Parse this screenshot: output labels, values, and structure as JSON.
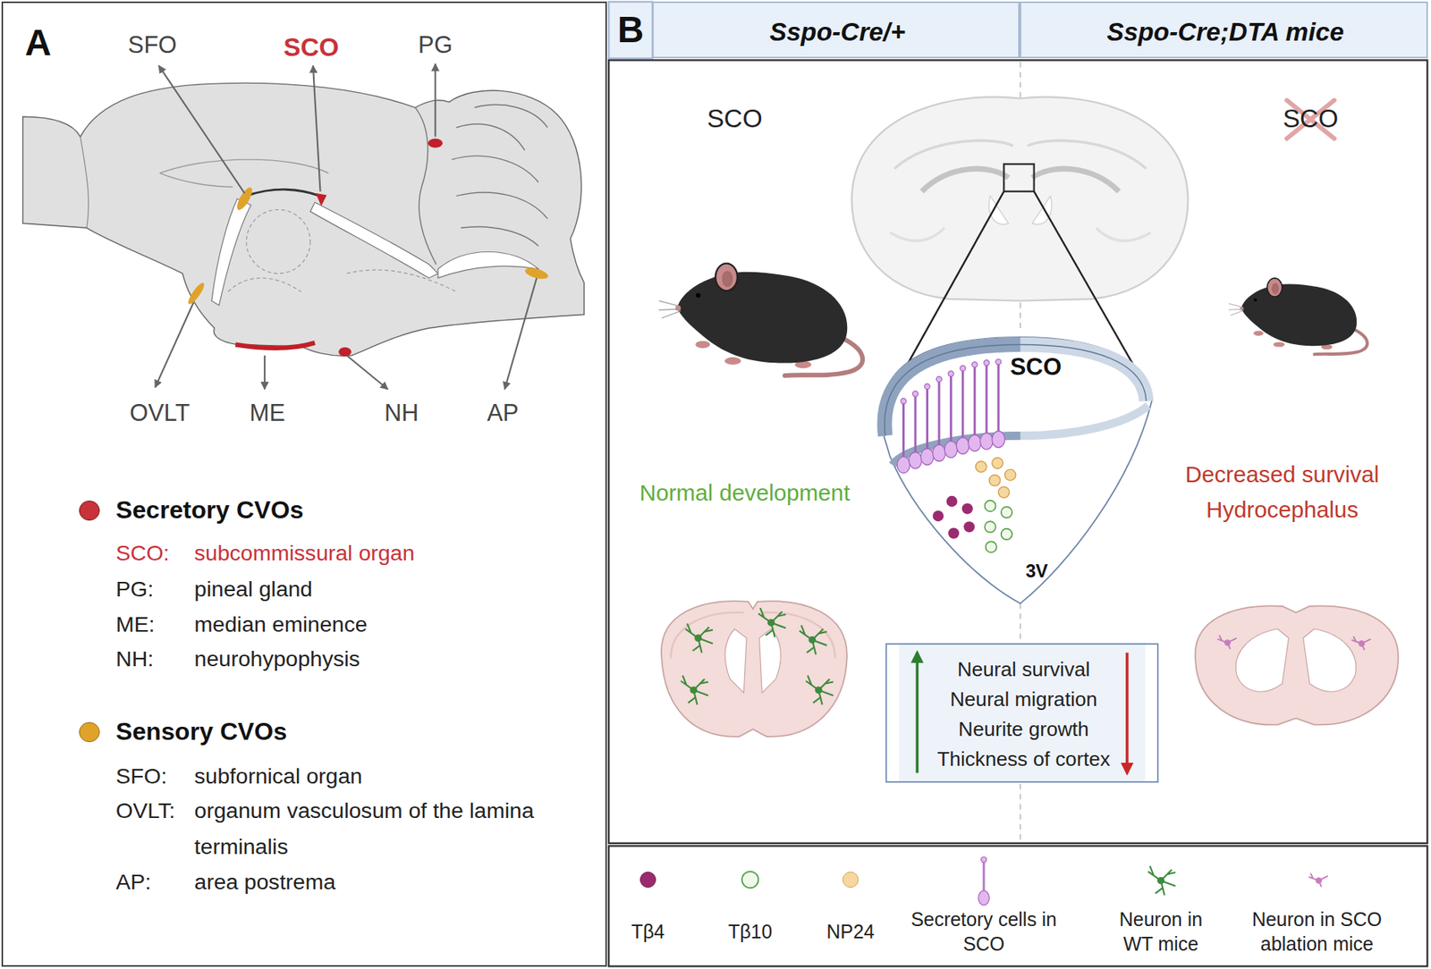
{
  "diagram": {
    "nodes": [
      {
        "text": [
          "A"
        ]
      },
      {
        "text": [
          "B"
        ]
      },
      {
        "text": [
          "Sspo-Cre/+"
        ],
        "in": 1
      },
      {
        "text": [
          "Sspo-Cre;DTA mice"
        ],
        "in": 1
      },
      {
        "text": [
          "Neural survival",
          "Neural migration",
          "Neurite growth",
          "Thickness of cortex"
        ],
        "in": 1
      }
    ],
    "labels": [
      "SFO",
      "SCO",
      "PG",
      "OVLT",
      "ME",
      "NH",
      "AP",
      "SCO:",
      "subcommissural organ",
      "PG:",
      "pineal gland",
      "ME:",
      "median eminence",
      "NH:",
      "neurohypophysis",
      "SFO:",
      "subfornical organ",
      "OVLT:",
      "organum vasculosum of the lamina terminalis",
      "AP:",
      "area postrema",
      "SCO",
      "SCO",
      "SCO",
      "Normal development",
      "Decreased survival",
      "Hydrocephalus",
      "3V"
    ],
    "legend": [
      {
        "text": "Secretory CVOs",
        "color": "#c8323a"
      },
      {
        "text": "Sensory CVOs",
        "color": "#e0a32a"
      },
      {
        "text": "Tβ4",
        "color": "#9b2a6f"
      },
      {
        "text": "Tβ10"
      },
      {
        "text": "NP24",
        "color": "#f7d7a0"
      },
      {
        "text": "Secretory cells in SCO"
      },
      {
        "text": "Neuron in WT mice"
      },
      {
        "text": "Neuron in SCO ablation mice"
      }
    ]
  }
}
